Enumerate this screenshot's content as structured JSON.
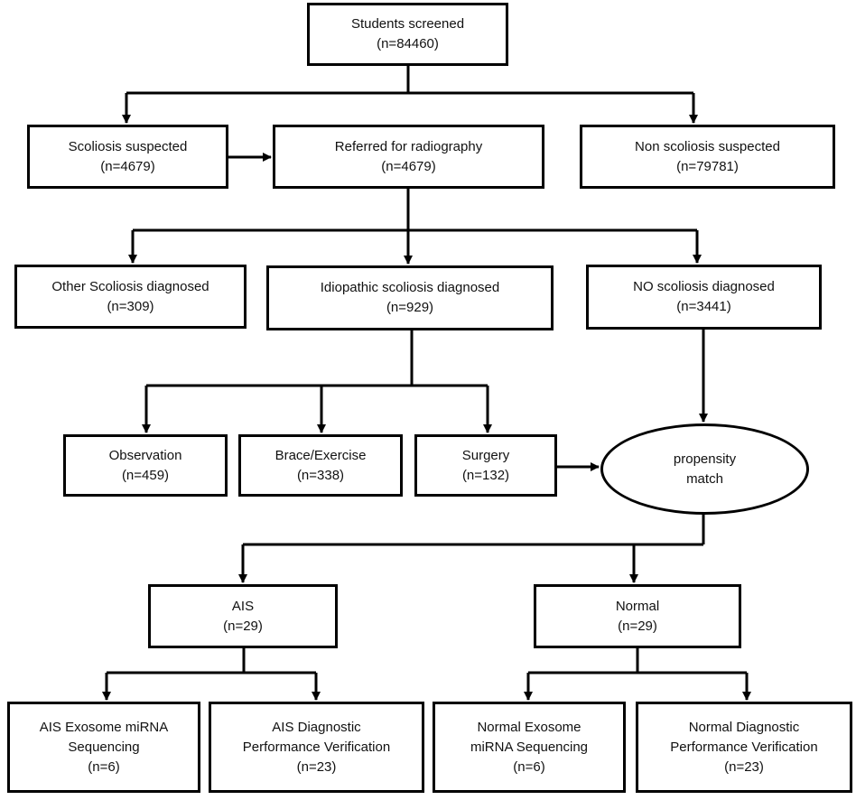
{
  "flowchart": {
    "screened": {
      "title": "Students screened",
      "count": "(n=84460)"
    },
    "suspected": {
      "title": "Scoliosis suspected",
      "count": "(n=4679)"
    },
    "referred": {
      "title": "Referred for radiography",
      "count": "(n=4679)"
    },
    "non_suspected": {
      "title": "Non scoliosis suspected",
      "count": "(n=79781)"
    },
    "other": {
      "title": "Other Scoliosis diagnosed",
      "count": "(n=309)"
    },
    "idiopathic": {
      "title": "Idiopathic scoliosis diagnosed",
      "count": "(n=929)"
    },
    "no_scoliosis": {
      "title": "NO scoliosis diagnosed",
      "count": "(n=3441)"
    },
    "observation": {
      "title": "Observation",
      "count": "(n=459)"
    },
    "brace": {
      "title": "Brace/Exercise",
      "count": "(n=338)"
    },
    "surgery": {
      "title": "Surgery",
      "count": "(n=132)"
    },
    "propensity": {
      "line1": "propensity",
      "line2": "match"
    },
    "ais": {
      "title": "AIS",
      "count": "(n=29)"
    },
    "normal": {
      "title": "Normal",
      "count": "(n=29)"
    },
    "ais_seq": {
      "line1": "AIS Exosome miRNA",
      "line2": "Sequencing",
      "count": "(n=6)"
    },
    "ais_diag": {
      "line1": "AIS Diagnostic",
      "line2": "Performance Verification",
      "count": "(n=23)"
    },
    "normal_seq": {
      "line1": "Normal Exosome",
      "line2": "miRNA Sequencing",
      "count": "(n=6)"
    },
    "normal_diag": {
      "line1": "Normal Diagnostic",
      "line2": "Performance Verification",
      "count": "(n=23)"
    }
  },
  "colors": {
    "stroke": "#000000",
    "text": "#111111",
    "background": "#ffffff"
  }
}
